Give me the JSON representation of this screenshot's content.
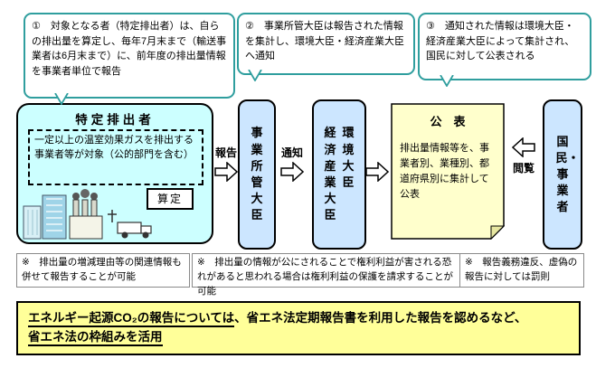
{
  "colors": {
    "callout_border": "#2f9e9e",
    "emitter_bg": "#ccffff",
    "minister_bg": "#cce6ff",
    "publication_bg": "#ffffcc",
    "publication_fold": "#e6e6a0",
    "bottom_bg": "#ffff99"
  },
  "callouts": [
    {
      "text": "①　対象となる者（特定排出者）は、自らの排出量を算定し、毎年7月末まで（輸送事業者は6月末まで）に、前年度の排出量情報を事業者単位で報告"
    },
    {
      "text": "②　事業所管大臣は報告された情報を集計し、環境大臣・経済産業大臣へ通知"
    },
    {
      "text": "③　通知された情報は環境大臣・経済産業大臣によって集計され、国民に対して公表される"
    }
  ],
  "flow": {
    "emitter_title": "特定排出者",
    "emitter_scope": "一定以上の温室効果ガスを排出する事業者等が対象（公的部門を含む）",
    "calc_label": "算定",
    "report_label": "報告",
    "notify_label": "通知",
    "view_label": "閲覧",
    "competent_minister": "事業所管大臣",
    "env_minister": "環境大臣",
    "econ_minister": "経済産業大臣",
    "publication_title": "公　表",
    "publication_body": "排出量情報等を、事業者別、業種別、都道府県別に集計して公表",
    "public_label": "国民・事業者"
  },
  "notes": [
    "※　排出量の増減理由等の関連情報も併せて報告することが可能",
    "※　排出量の情報が公にされることで権利利益が害される恐れがあると思われる場合は権利利益の保護を請求することが可能",
    "※　報告義務違反、虚偽の報告に対しては罰則"
  ],
  "bottom": {
    "lead": "エネルギー起源CO₂の報告については",
    "middle": "、省エネ法定期報告書を利用した報告を認めるなど、",
    "tail": "省エネ法の枠組みを活用"
  }
}
